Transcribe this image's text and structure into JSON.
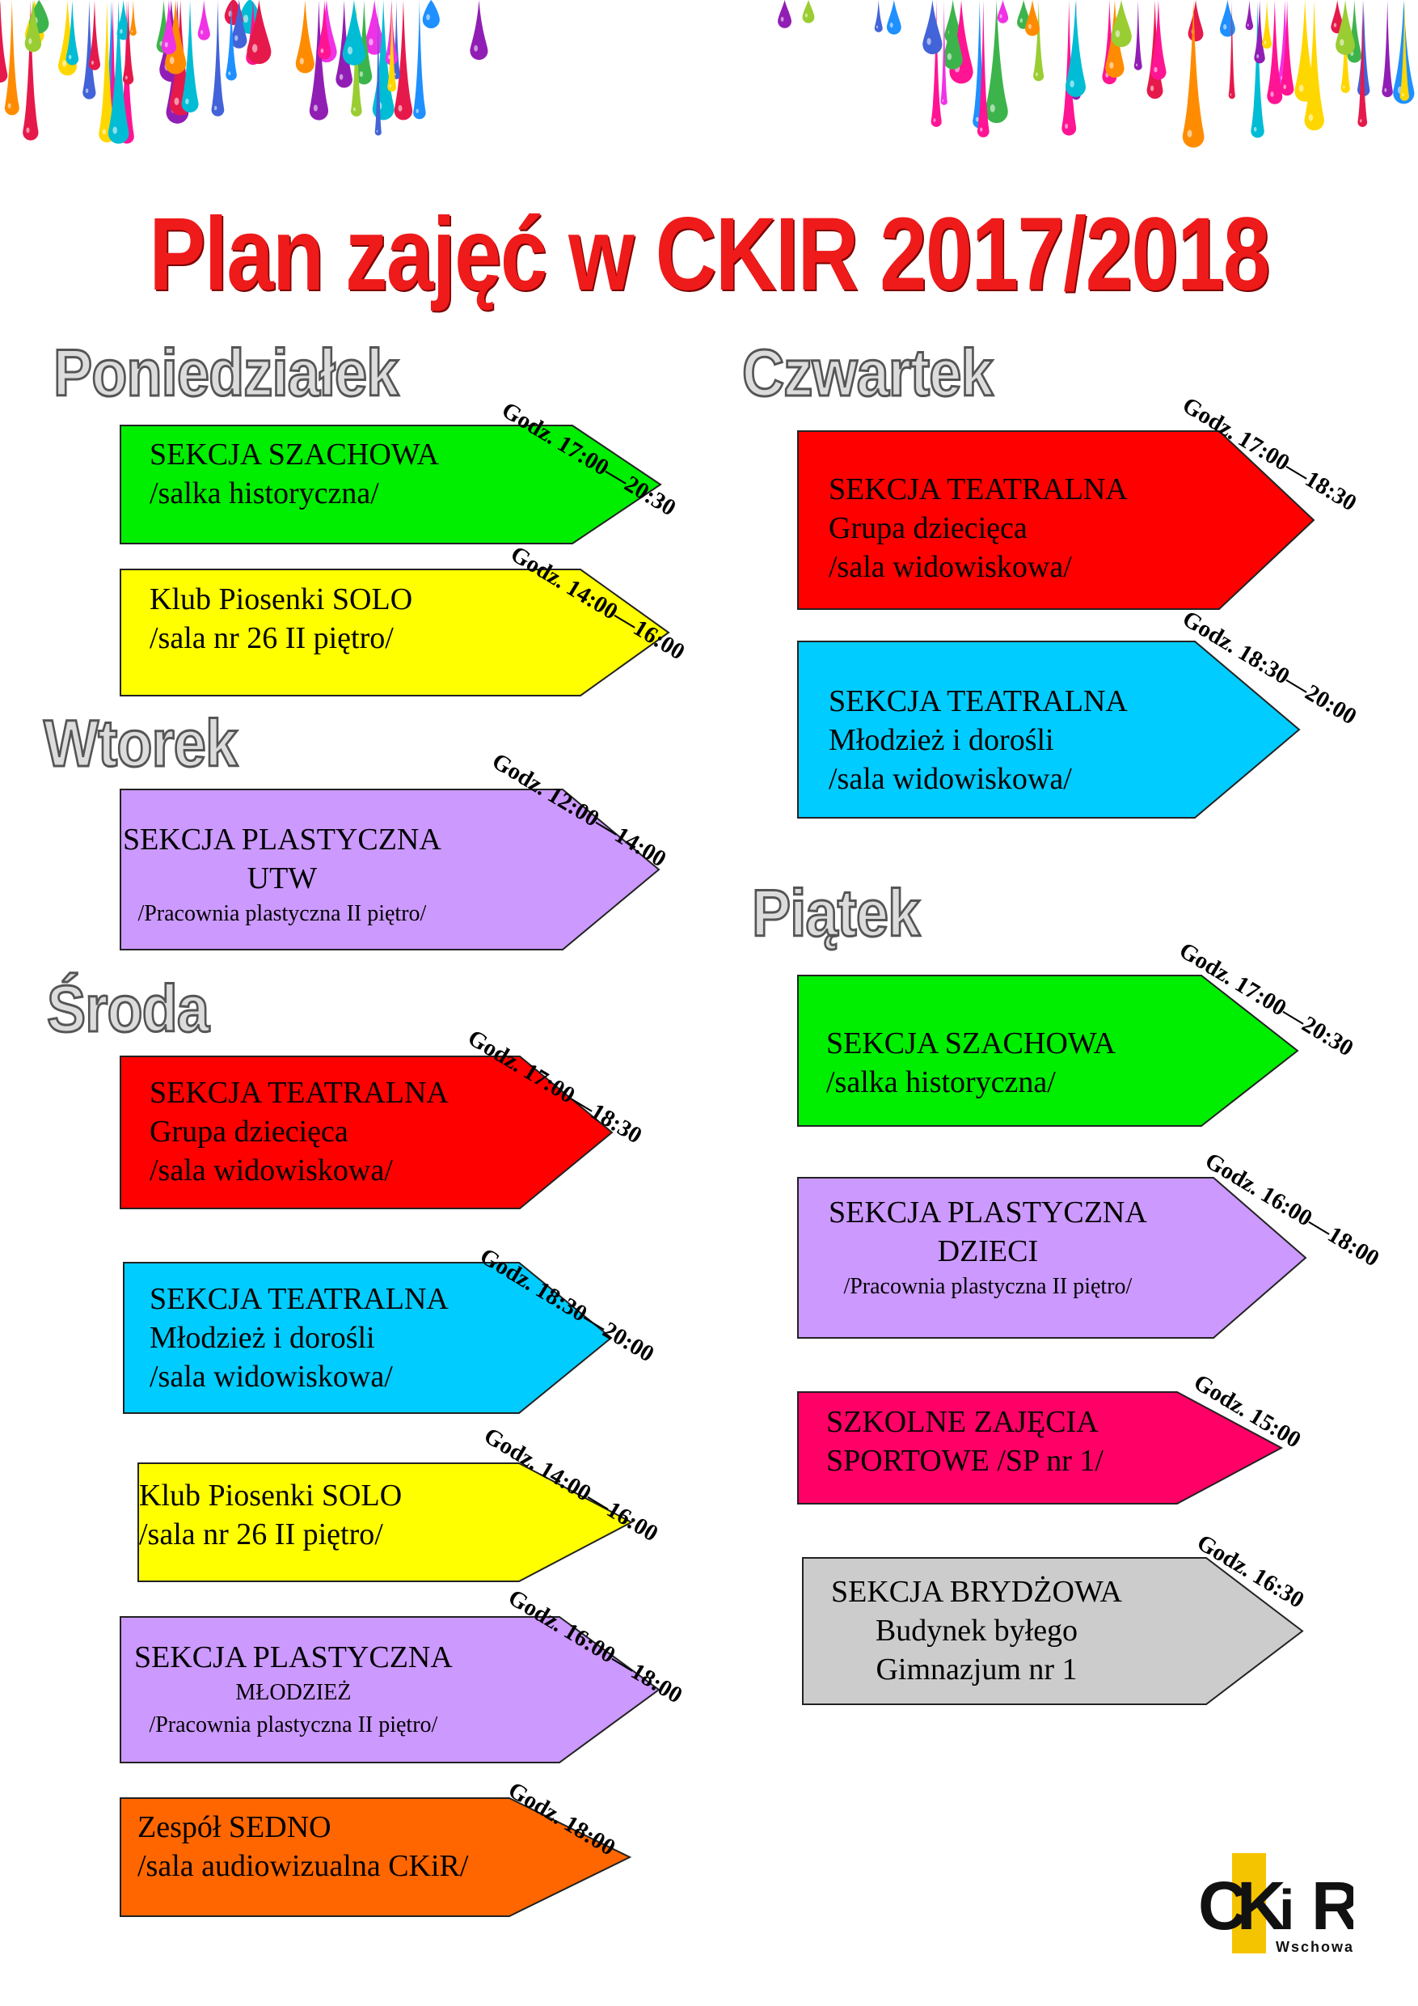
{
  "title": "Plan zajęć w CKIR 2017/2018",
  "days": {
    "poniedzialek": "Poniedziałek",
    "wtorek": "Wtorek",
    "sroda": "Środa",
    "czwartek": "Czwartek",
    "piatek": "Piątek"
  },
  "items": [
    {
      "id": "pon-1",
      "color": "#00ee00",
      "time": "Godz. 17:00—20:30",
      "lines": [
        "SEKCJA SZACHOWA",
        "/salka historyczna/"
      ]
    },
    {
      "id": "pon-2",
      "color": "#ffff00",
      "time": "Godz. 14:00—16:00",
      "lines": [
        "Klub Piosenki SOLO",
        "/sala nr 26 II piętro/"
      ]
    },
    {
      "id": "wt-1",
      "color": "#cc99ff",
      "time": "Godz. 12:00—14:00",
      "lines": [
        "SEKCJA PLASTYCZNA",
        "UTW",
        "/Pracownia plastyczna II piętro/"
      ]
    },
    {
      "id": "sr-1",
      "color": "#ff0000",
      "time": "Godz. 17:00—18:30",
      "lines": [
        "SEKCJA TEATRALNA",
        "Grupa dziecięca",
        "/sala widowiskowa/"
      ]
    },
    {
      "id": "sr-2",
      "color": "#00ccff",
      "time": "Godz. 18:30—20:00",
      "lines": [
        "SEKCJA TEATRALNA",
        "Młodzież i dorośli",
        "/sala widowiskowa/"
      ]
    },
    {
      "id": "sr-3",
      "color": "#ffff00",
      "time": "Godz. 14:00—16:00",
      "lines": [
        "Klub Piosenki SOLO",
        "/sala nr 26 II piętro/"
      ]
    },
    {
      "id": "sr-4",
      "color": "#cc99ff",
      "time": "Godz. 16:00—18:00",
      "lines": [
        "SEKCJA PLASTYCZNA",
        "MŁODZIEŻ",
        "/Pracownia plastyczna II piętro/"
      ]
    },
    {
      "id": "sr-5",
      "color": "#ff6600",
      "time": "Godz. 18:00",
      "lines": [
        "Zespół SEDNO",
        "/sala audiowizualna CKiR/"
      ]
    },
    {
      "id": "czw-1",
      "color": "#ff0000",
      "time": "Godz. 17:00—18:30",
      "lines": [
        "SEKCJA TEATRALNA",
        "Grupa dziecięca",
        "/sala widowiskowa/"
      ]
    },
    {
      "id": "czw-2",
      "color": "#00ccff",
      "time": "Godz. 18:30—20:00",
      "lines": [
        "SEKCJA TEATRALNA",
        "Młodzież i dorośli",
        "/sala widowiskowa/"
      ]
    },
    {
      "id": "pt-1",
      "color": "#00ee00",
      "time": "Godz. 17:00—20:30",
      "lines": [
        "SEKCJA SZACHOWA",
        "/salka historyczna/"
      ]
    },
    {
      "id": "pt-2",
      "color": "#cc99ff",
      "time": "Godz. 16:00—18:00",
      "lines": [
        "SEKCJA PLASTYCZNA",
        "DZIECI",
        "/Pracownia plastyczna II piętro/"
      ]
    },
    {
      "id": "pt-3",
      "color": "#ff0066",
      "time": "Godz. 15:00",
      "lines": [
        "SZKOLNE ZAJĘCIA",
        "SPORTOWE /SP nr 1/"
      ]
    },
    {
      "id": "pt-4",
      "color": "#cccccc",
      "time": "Godz. 16:30",
      "lines": [
        "SEKCJA BRYDŻOWA",
        "Budynek byłego",
        "Gimnazjum nr 1"
      ]
    }
  ],
  "logo": {
    "letters": "CKiR",
    "subtitle": "Wschowa",
    "accent": "#f5c400"
  },
  "drop_colors": [
    "#e6194b",
    "#f032e6",
    "#911eb4",
    "#4363d8",
    "#1e90ff",
    "#3cb44b",
    "#9acd32",
    "#ffd700",
    "#ff8c00",
    "#ff1493",
    "#00bcd4"
  ]
}
